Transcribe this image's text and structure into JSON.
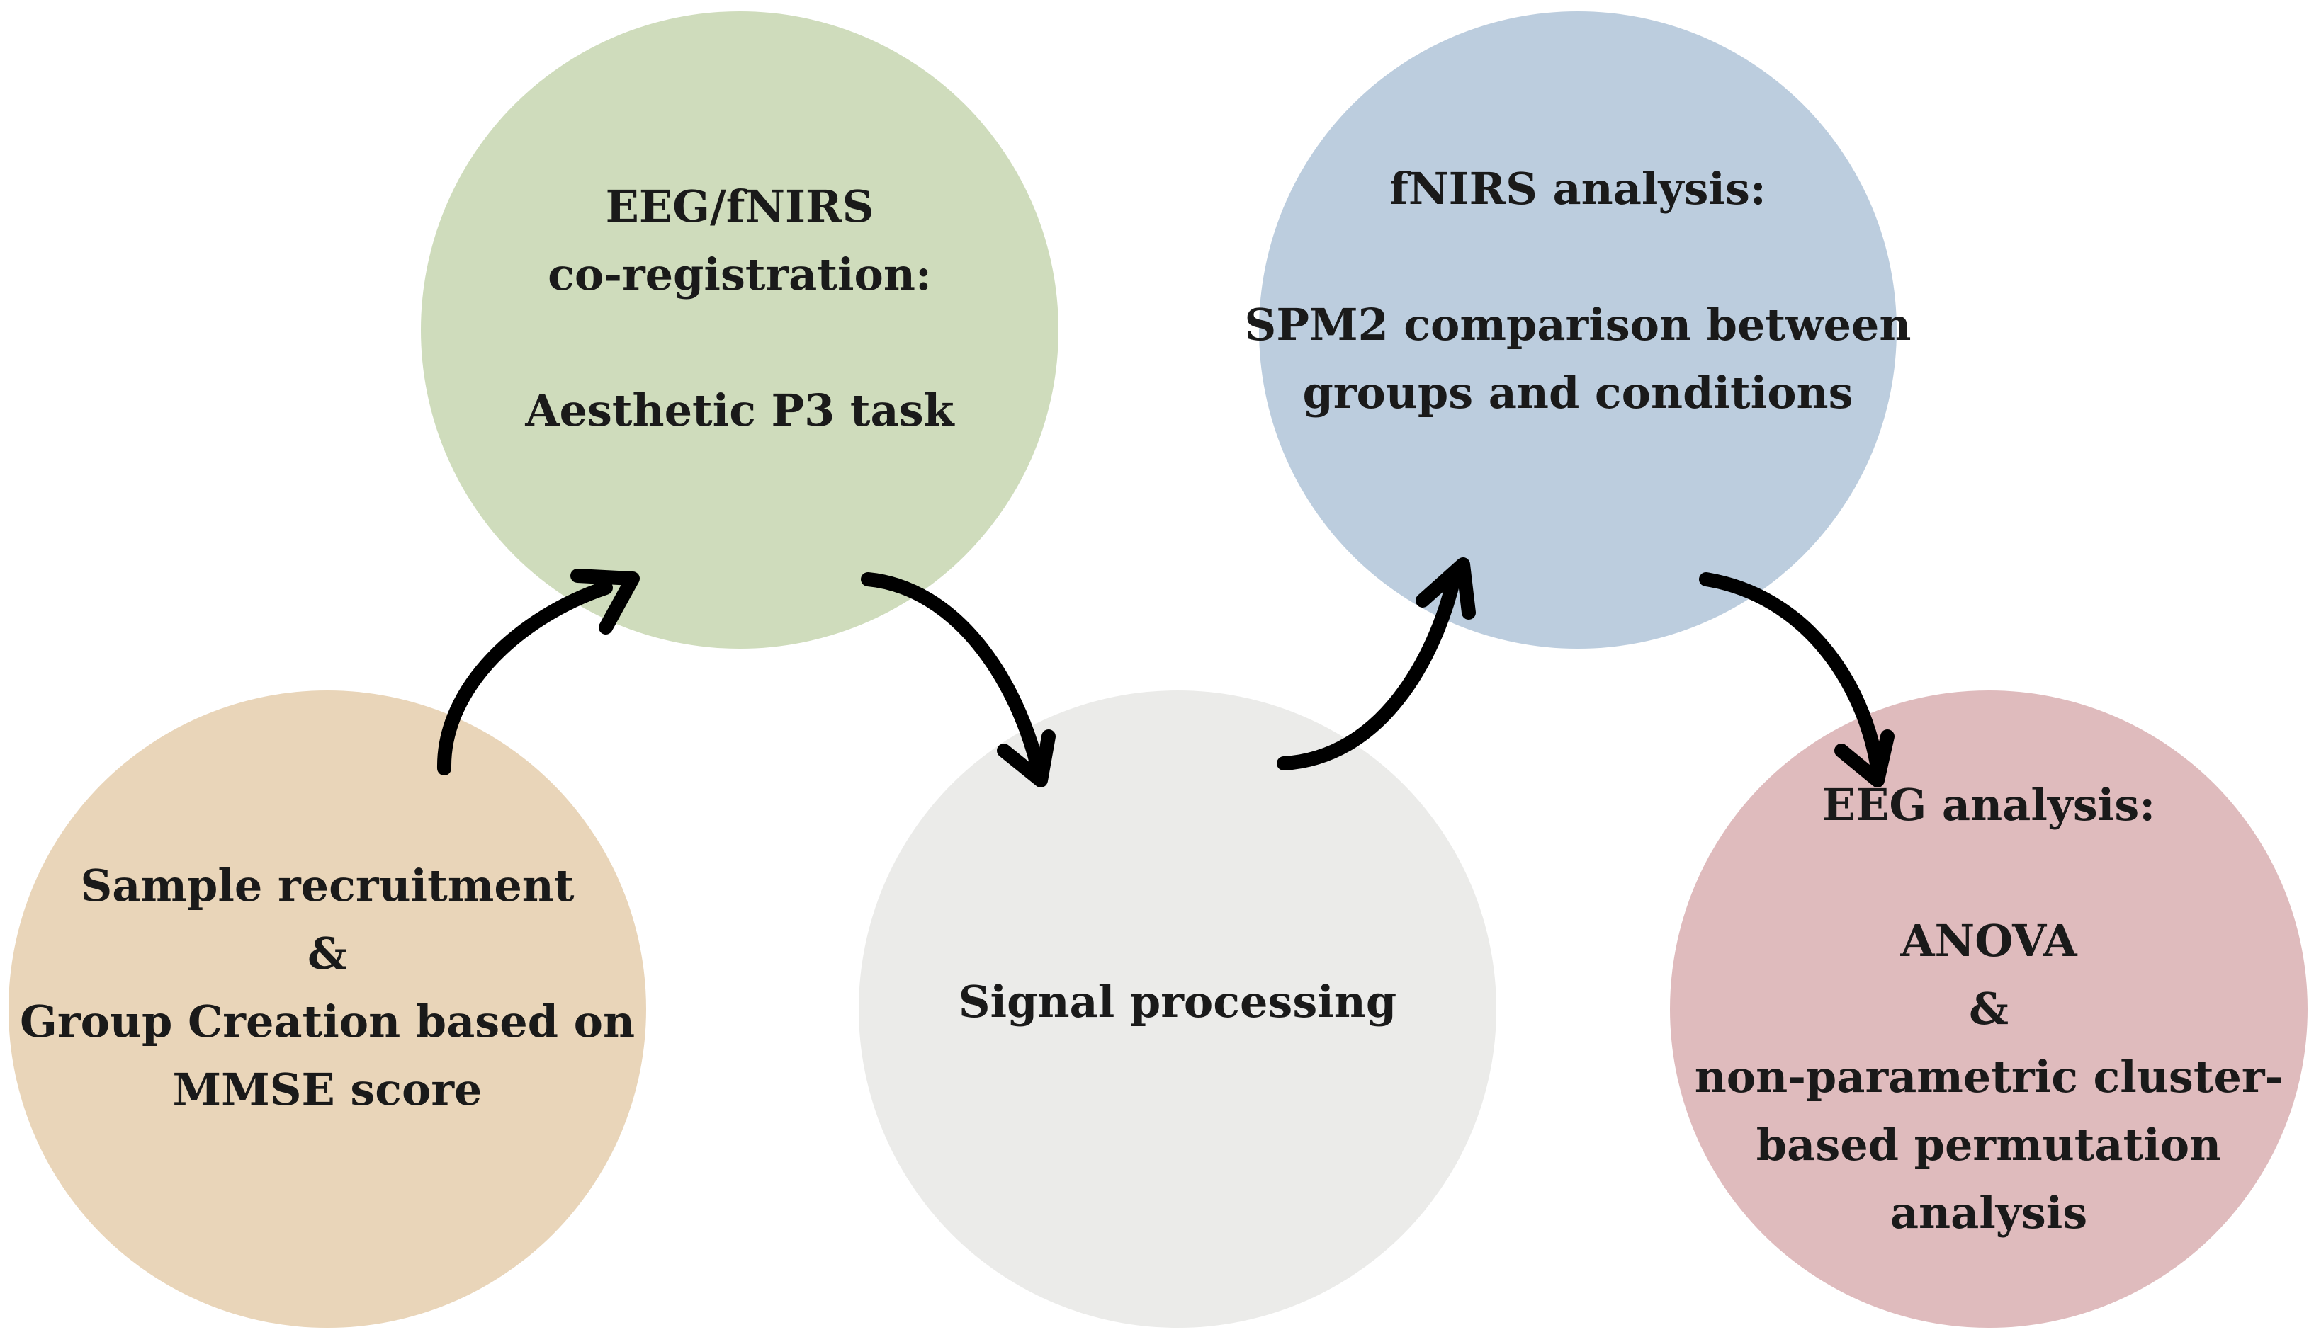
{
  "colors": {
    "sample": "#e9d5b9",
    "coreg": "#cfdcbc",
    "signal": "#ebebe9",
    "fnirs": "#bccdde",
    "eeg": "#dfbbbd",
    "arrow": "#000000",
    "text": "#1a1a1a"
  },
  "nodes": {
    "sample": {
      "lines": [
        "Sample recruitment",
        "&",
        "Group Creation based on",
        "MMSE score"
      ]
    },
    "coreg": {
      "lines": [
        "EEG/fNIRS",
        "co-registration:",
        "",
        "Aesthetic P3 task"
      ]
    },
    "signal": {
      "lines": [
        "Signal processing"
      ]
    },
    "fnirs": {
      "lines": [
        "fNIRS analysis:",
        "",
        "SPM2 comparison between",
        "groups and conditions"
      ]
    },
    "eeg": {
      "lines": [
        "EEG analysis:",
        "",
        "ANOVA",
        "&",
        "non-parametric cluster-",
        "based permutation",
        "analysis"
      ]
    }
  },
  "arrows": [
    {
      "from": "sample",
      "to": "coreg"
    },
    {
      "from": "coreg",
      "to": "signal"
    },
    {
      "from": "signal",
      "to": "fnirs"
    },
    {
      "from": "fnirs",
      "to": "eeg"
    }
  ]
}
